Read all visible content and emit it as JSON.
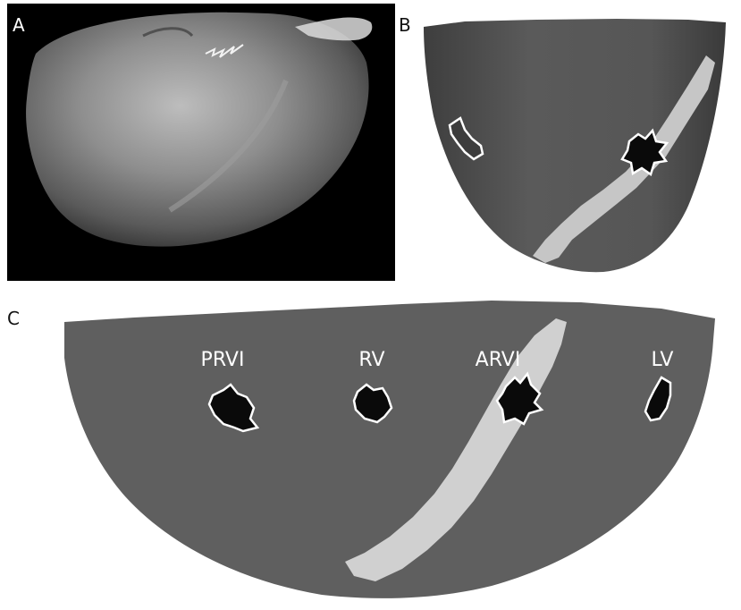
{
  "panels": {
    "a": {
      "letter": "A"
    },
    "b": {
      "letter": "B"
    },
    "c": {
      "letter": "C"
    }
  },
  "region_labels": {
    "prvi": "PRVI",
    "rv": "RV",
    "arvi": "ARVI",
    "lv": "LV"
  },
  "colors": {
    "tissue": "#5f5f5f",
    "scar": "#d2d2d2",
    "site_fill": "#0a0a0a",
    "site_outline": "#ffffff",
    "photo_background": "#000000"
  }
}
